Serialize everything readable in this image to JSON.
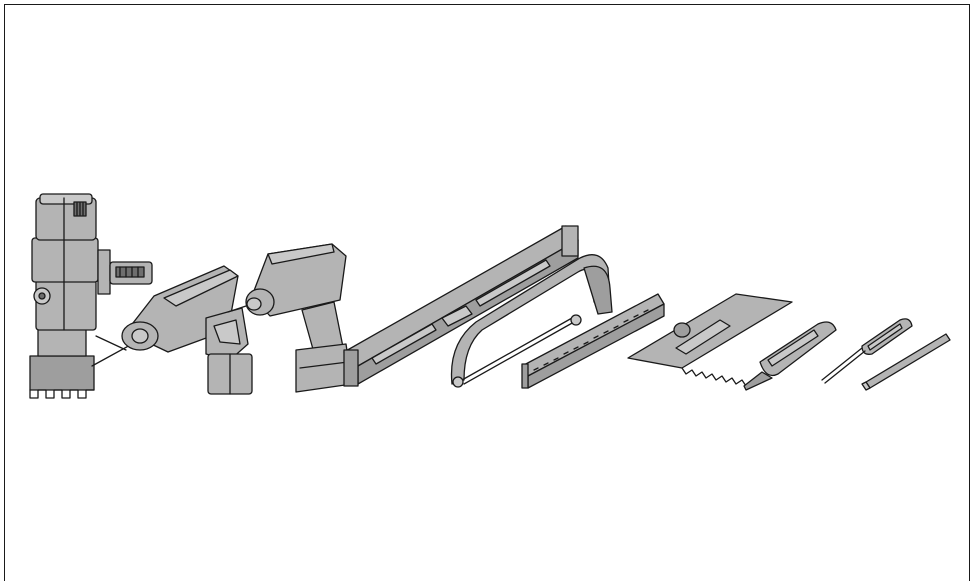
{
  "scene": {
    "kind": "technical line illustration of hand and power tools",
    "colors": {
      "outline": "#1a1a1a",
      "body": "#b4b4b4",
      "shade": "#9e9e9e",
      "light": "#c9c9c9",
      "background": "#ffffff"
    },
    "tools": [
      {
        "id": "core-drill",
        "icon": "core-drill-icon"
      },
      {
        "id": "hammer-drill",
        "icon": "hammer-drill-icon"
      },
      {
        "id": "cordless-drill",
        "icon": "cordless-drill-icon"
      },
      {
        "id": "spirit-level",
        "icon": "spirit-level-icon"
      },
      {
        "id": "hacksaw",
        "icon": "hacksaw-icon"
      },
      {
        "id": "folding-rule",
        "icon": "folding-rule-icon"
      },
      {
        "id": "notched-trowel",
        "icon": "notched-trowel-icon"
      },
      {
        "id": "utility-knife",
        "icon": "utility-knife-icon"
      },
      {
        "id": "screwdriver",
        "icon": "screwdriver-icon"
      },
      {
        "id": "pencil",
        "icon": "pencil-icon"
      }
    ]
  }
}
